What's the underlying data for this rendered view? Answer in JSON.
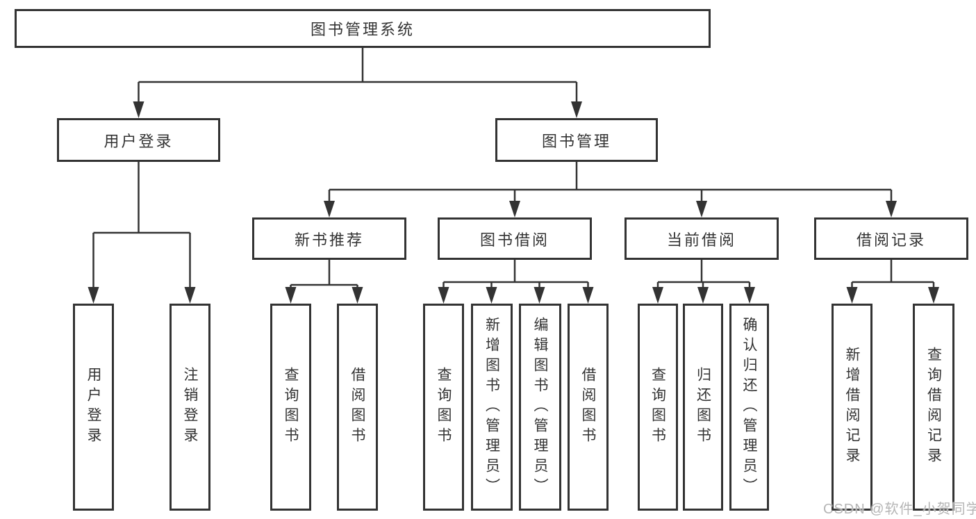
{
  "title": "图书管理系统",
  "nodes": {
    "root": "图书管理系统",
    "level2": [
      "用户登录",
      "图书管理"
    ],
    "level3": [
      "新书推荐",
      "图书借阅",
      "当前借阅",
      "借阅记录"
    ],
    "leaves": [
      "用户登录",
      "注销登录",
      "查询图书",
      "借阅图书",
      "查询图书",
      "新增图书（管理员）",
      "编辑图书（管理员）",
      "借阅图书",
      "查询图书",
      "归还图书",
      "确认归还（管理员）",
      "新增借阅记录",
      "查询借阅记录"
    ]
  },
  "hierarchy": {
    "图书管理系统": [
      "用户登录",
      "图书管理"
    ],
    "用户登录": [
      "用户登录",
      "注销登录"
    ],
    "图书管理": [
      "新书推荐",
      "图书借阅",
      "当前借阅",
      "借阅记录"
    ],
    "新书推荐": [
      "查询图书",
      "借阅图书"
    ],
    "图书借阅": [
      "查询图书",
      "新增图书（管理员）",
      "编辑图书（管理员）",
      "借阅图书"
    ],
    "当前借阅": [
      "查询图书",
      "归还图书",
      "确认归还（管理员）"
    ],
    "借阅记录": [
      "新增借阅记录",
      "查询借阅记录"
    ]
  },
  "watermark": "CSDN @软件_小贺同学",
  "colors": {
    "line": "#333333",
    "text": "#333333",
    "box_background": "#ffffff",
    "watermark": "#b5b5b5"
  }
}
